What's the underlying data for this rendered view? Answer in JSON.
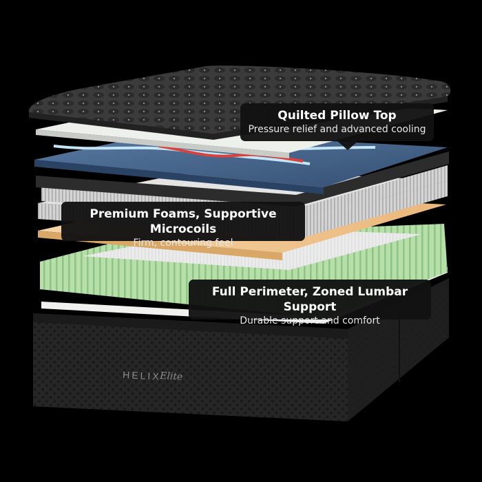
{
  "image": {
    "background": "#000000"
  },
  "brand": {
    "name": "HELIX",
    "script": "Elite"
  },
  "callouts": [
    {
      "title": "Quilted Pillow Top",
      "subtitle": "Pressure relief and advanced cooling"
    },
    {
      "title": "Premium Foams, Supportive Microcoils",
      "subtitle": "Firm, contouring feel"
    },
    {
      "title": "Full Perimeter, Zoned Lumbar Support",
      "subtitle": "Durable support and comfort"
    }
  ],
  "layer_colors": {
    "pillow_top": "#3a3a3a",
    "white_foam": "#eef0ec",
    "blue_foam": "#3f5f86",
    "cooling_wave": "#bfe3f3",
    "heat_wave": "#d83a3a",
    "dark_foam": "#2e2e2e",
    "microcoils": "#d7d7d7",
    "tan_foam": "#f0c893",
    "green_coils": "#b3dca8",
    "base_cover": "#232323"
  }
}
